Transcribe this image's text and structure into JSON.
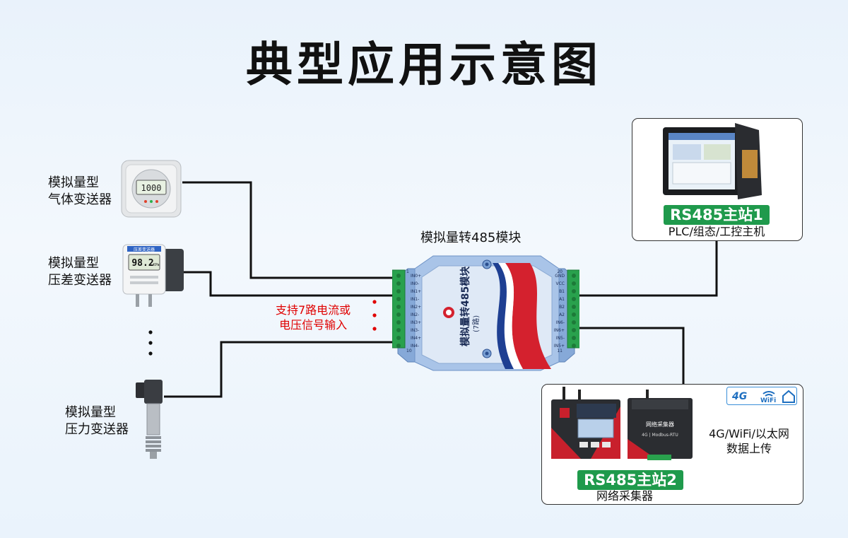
{
  "title": "典型应用示意图",
  "sensors": [
    {
      "line1": "模拟量型",
      "line2": "气体变送器",
      "display": "1000"
    },
    {
      "line1": "模拟量型",
      "line2": "压差变送器",
      "display": "98.2",
      "unit": "KPa",
      "header": "压差变送器"
    },
    {
      "line1": "模拟量型",
      "line2": "压力变送器"
    }
  ],
  "note": {
    "line1": "支持7路电流或",
    "line2": "电压信号输入"
  },
  "module": {
    "caption": "模拟量转485模块",
    "body_title": "模拟量转485模块",
    "body_sub": "(7路)",
    "left_pins": [
      "IN0+",
      "IN0-",
      "IN1+",
      "IN1-",
      "IN2+",
      "IN2-",
      "IN3+",
      "IN3-",
      "IN4+",
      "IN4-"
    ],
    "right_pins": [
      "GND",
      "VCC",
      "B1",
      "A1",
      "B2",
      "A2",
      "IN6-",
      "IN6+",
      "IN5-",
      "IN5+"
    ],
    "pin_left_top": "1",
    "pin_left_bottom": "10",
    "pin_right_top": "20",
    "pin_right_bottom": "11"
  },
  "master1": {
    "badge": "RS485主站1",
    "desc": "PLC/组态/工控主机"
  },
  "master2": {
    "badge": "RS485主站2",
    "desc": "网络采集器",
    "side_line1": "4G/WiFi/以太网",
    "side_line2": "数据上传",
    "device_label": "网络采集器",
    "device_sub": "4G | Modbus-RTU",
    "logo_4g": "4G",
    "logo_wifi": "WiFi"
  }
}
